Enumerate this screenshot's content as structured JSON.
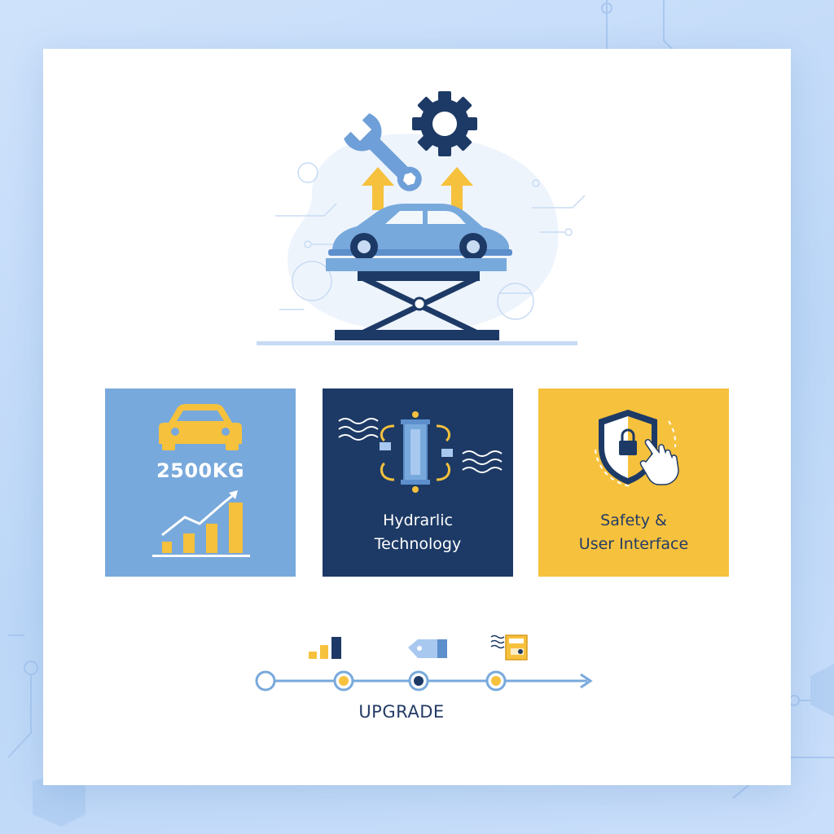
{
  "tiles": [
    {
      "icon": "car-icon",
      "label": "2500KG",
      "secondary_icon": "growth-chart-icon"
    },
    {
      "icon": "hydraulic-cylinder-icon",
      "label_line1": "Hydrarlic",
      "label_line2": "Technology"
    },
    {
      "icon": "shield-lock-icon",
      "label_line1": "Safety &",
      "label_line2": "User Interface"
    }
  ],
  "timeline": {
    "label": "UPGRADE",
    "milestone_icons": [
      "bar-chart-icon",
      "tag-icon",
      "control-panel-icon"
    ],
    "nodes": 4
  },
  "colors": {
    "navy": "#1d3a66",
    "light_blue": "#78a9dc",
    "yellow": "#f6c13d",
    "background": "#c9defa"
  }
}
